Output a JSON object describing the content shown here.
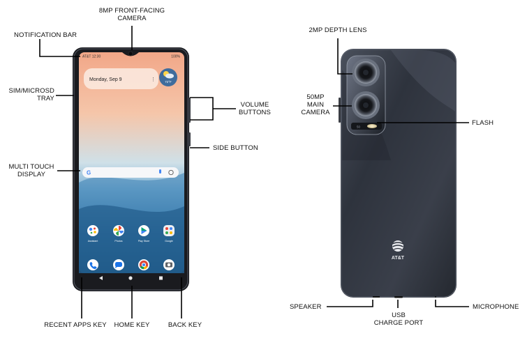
{
  "callouts": {
    "front_camera": [
      "8MP FRONT-FACING",
      "CAMERA"
    ],
    "notification_bar": "NOTIFICATION BAR",
    "sim_tray": [
      "SIM/MICROSD",
      "TRAY"
    ],
    "volume_buttons": [
      "VOLUME",
      "BUTTONS"
    ],
    "side_button": "SIDE BUTTON",
    "multi_touch_display": [
      "MULTI TOUCH",
      "DISPLAY"
    ],
    "recent_apps_key": "RECENT APPS KEY",
    "home_key": "HOME KEY",
    "back_key": "BACK KEY",
    "depth_lens": "2MP DEPTH LENS",
    "main_camera": [
      "50MP",
      "MAIN",
      "CAMERA"
    ],
    "flash": "FLASH",
    "speaker": "SPEAKER",
    "usb_port": [
      "USB",
      "CHARGE PORT"
    ],
    "microphone": "MICROPHONE"
  },
  "screen": {
    "status_left": "AT&T 12:30",
    "status_right": "100%",
    "date": "Monday, Sep 9",
    "weather_temp": "72°F",
    "apps": [
      "Assistant",
      "Photos",
      "Play Store",
      "Google"
    ]
  },
  "back": {
    "brand": "AT&T"
  },
  "colors": {
    "phone_back": "#2e333d",
    "phone_frame": "#1a1b1f",
    "callout_line": "#000000"
  }
}
